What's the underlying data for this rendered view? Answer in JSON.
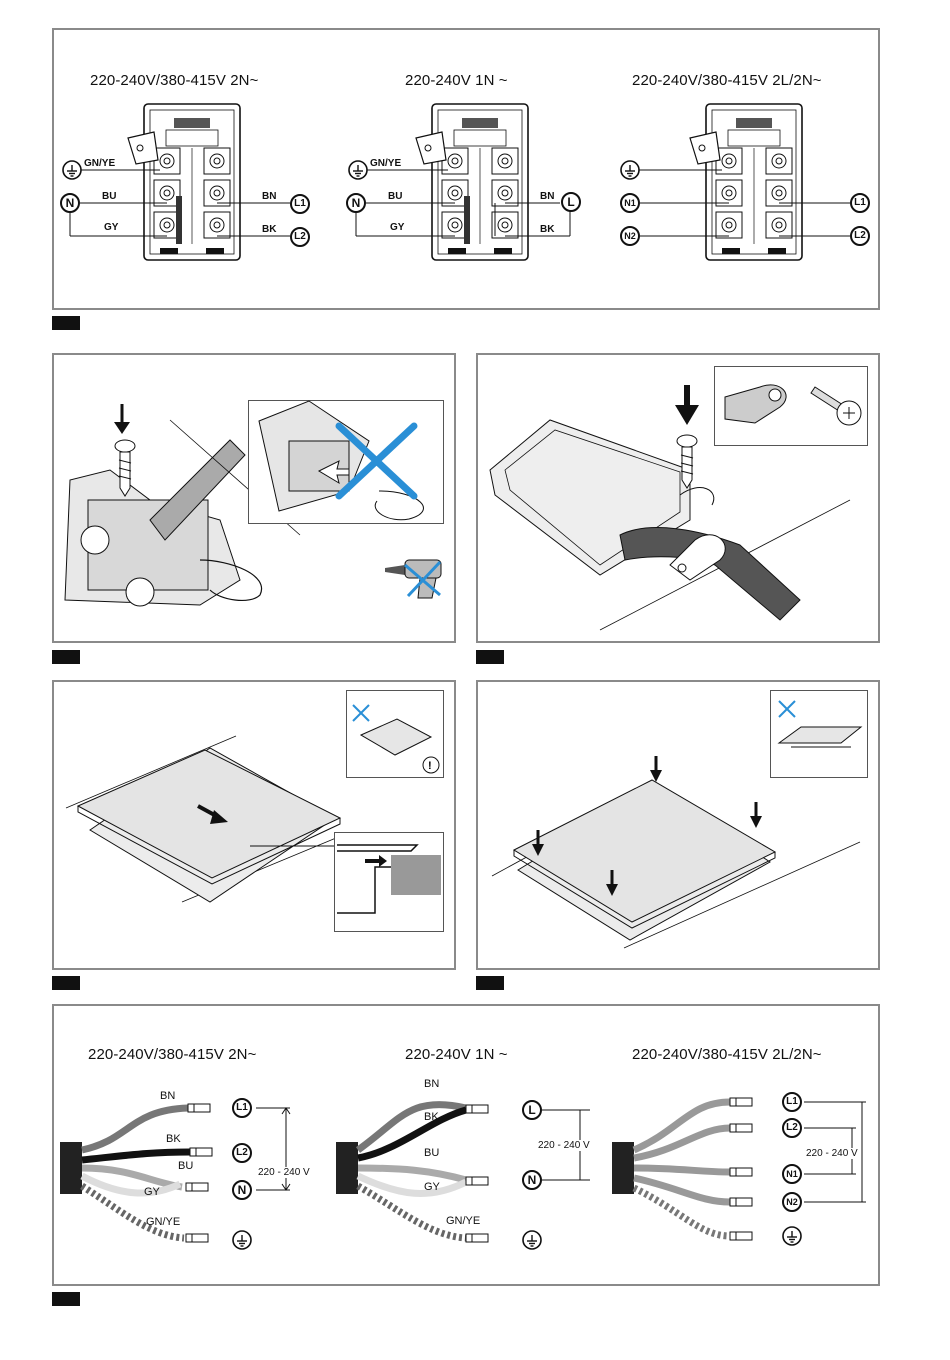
{
  "terminal_panel": {
    "configs": [
      {
        "title": "220-240V/380-415V 2N~",
        "left_labels": [
          "GN/YE",
          "BU",
          "GY"
        ],
        "right_labels": [
          "BN",
          "BK"
        ],
        "left_symbols": [
          "N"
        ],
        "right_symbols": [
          "L1",
          "L2"
        ]
      },
      {
        "title": "220-240V 1N ~",
        "left_labels": [
          "GN/YE",
          "BU",
          "GY"
        ],
        "right_labels": [
          "BN",
          "BK"
        ],
        "left_symbols": [
          "N"
        ],
        "right_symbols": [
          "L"
        ]
      },
      {
        "title": "220-240V/380-415V 2L/2N~",
        "left_labels": [],
        "right_labels": [],
        "left_symbols": [
          "N1",
          "N2"
        ],
        "right_symbols": [
          "L1",
          "L2"
        ]
      }
    ]
  },
  "cable_panel": {
    "configs": [
      {
        "title": "220-240V/380-415V 2N~",
        "wire_labels": [
          "BN",
          "BK",
          "BU",
          "GY",
          "GN/YE"
        ],
        "symbols": [
          "L1",
          "L2",
          "N"
        ],
        "voltage": "220 - 240 V"
      },
      {
        "title": "220-240V 1N ~",
        "wire_labels": [
          "BN",
          "BK",
          "BU",
          "GY",
          "GN/YE"
        ],
        "symbols": [
          "L",
          "N"
        ],
        "voltage": "220 - 240 V"
      },
      {
        "title": "220-240V/380-415V 2L/2N~",
        "wire_labels": [],
        "symbols": [
          "L1",
          "L2",
          "N1",
          "N2"
        ],
        "voltage": "220 - 240 V"
      }
    ]
  },
  "icons": [
    "earth-ground-icon",
    "prohibited-x-icon",
    "warning-exclamation-icon",
    "down-arrow-icon",
    "screw-icon",
    "power-drill-icon",
    "cable-clamp-icon"
  ],
  "colors": {
    "frame": "#8a8a8a",
    "prohibit_blue": "#2a8fd6",
    "ink": "#111111"
  }
}
